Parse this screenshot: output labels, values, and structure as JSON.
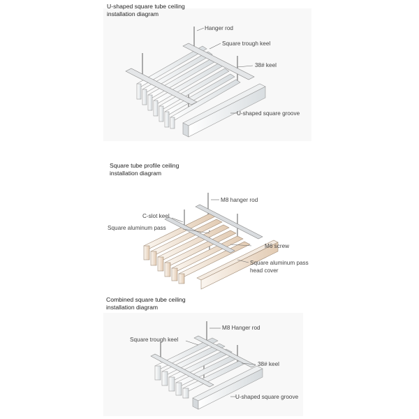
{
  "diagrams": [
    {
      "title_line1": "U-shaped square tube ceiling",
      "title_line2": " installation diagram",
      "labels": {
        "hanger": "Hanger rod",
        "trough": "Square trough keel",
        "keel": "38# keel",
        "groove": "U-shaped square groove"
      }
    },
    {
      "title_line1": "Square tube profile ceiling",
      "title_line2": " installation diagram",
      "labels": {
        "hanger": "M8 hanger rod",
        "cslot": "C-slot keel",
        "pass": "Square aluminum pass",
        "screw": "M6 screw",
        "cover1": "Square aluminum pass",
        "cover2": "head cover"
      }
    },
    {
      "title_line1": "Combined square tube ceiling",
      "title_line2": " installation diagram",
      "labels": {
        "hanger": "M8 Hanger rod",
        "trough": "Square trough keel",
        "keel": "38# keel",
        "groove": "U-shaped square groove"
      }
    }
  ]
}
